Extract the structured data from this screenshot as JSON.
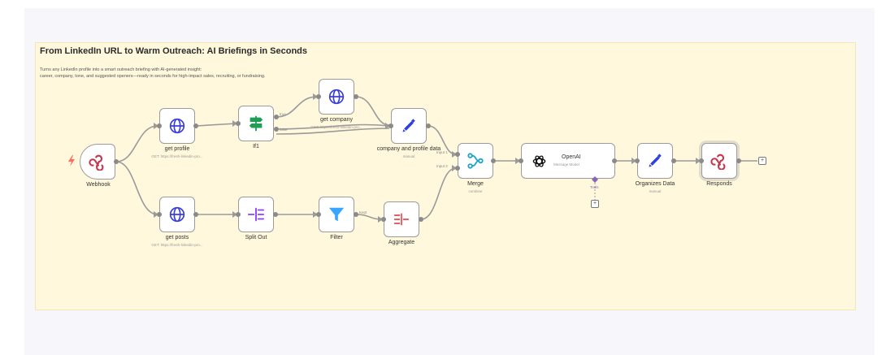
{
  "sticky": {
    "title": "From LinkedIn URL to Warm Outreach: AI Briefings in Seconds",
    "desc_line1": "Turns any LinkedIn profile into a smart outreach briefing with AI-generated insight:",
    "desc_line2": "career, company, tone, and suggested openers—ready in seconds for high-impact sales, recruiting, or fundraising."
  },
  "nodes": {
    "webhook": {
      "label": "Webhook"
    },
    "get_profile": {
      "label": "get profile",
      "sub": "GET: https://fresh-linkedin-pro..."
    },
    "get_posts": {
      "label": "get posts",
      "sub": "GET: https://fresh-linkedin-pro..."
    },
    "if1": {
      "label": "If1",
      "port_true": "true",
      "port_false": "false"
    },
    "get_company": {
      "label": "get company",
      "sub": "GET: https://fresh-linkedin-pro..."
    },
    "split_out": {
      "label": "Split Out"
    },
    "filter": {
      "label": "Filter",
      "port_kept": "Kept"
    },
    "company_profile": {
      "label": "company and profile data",
      "sub": "manual"
    },
    "aggregate": {
      "label": "Aggregate"
    },
    "merge": {
      "label": "Merge",
      "sub": "combine",
      "input1": "Input 1",
      "input2": "Input 2"
    },
    "openai": {
      "label": "OpenAI",
      "sub": "Message Model",
      "tools": "Tools"
    },
    "organizes_data": {
      "label": "Organizes Data",
      "sub": "manual"
    },
    "responds": {
      "label": "Responds"
    }
  },
  "plus_buttons": [
    "+",
    "+"
  ],
  "colors": {
    "sticky_bg": "#fff8dc",
    "trigger": "#ff6d5a",
    "globe": "#3b3fd8",
    "if_green": "#1f9d55",
    "split_purple": "#8a3ffc",
    "filter_blue": "#3aa5ff",
    "aggregate_red": "#e5484d",
    "merge_cyan": "#1fa3c7",
    "pen_blue": "#2f3fe0",
    "webhook_pink": "#c4384e"
  }
}
